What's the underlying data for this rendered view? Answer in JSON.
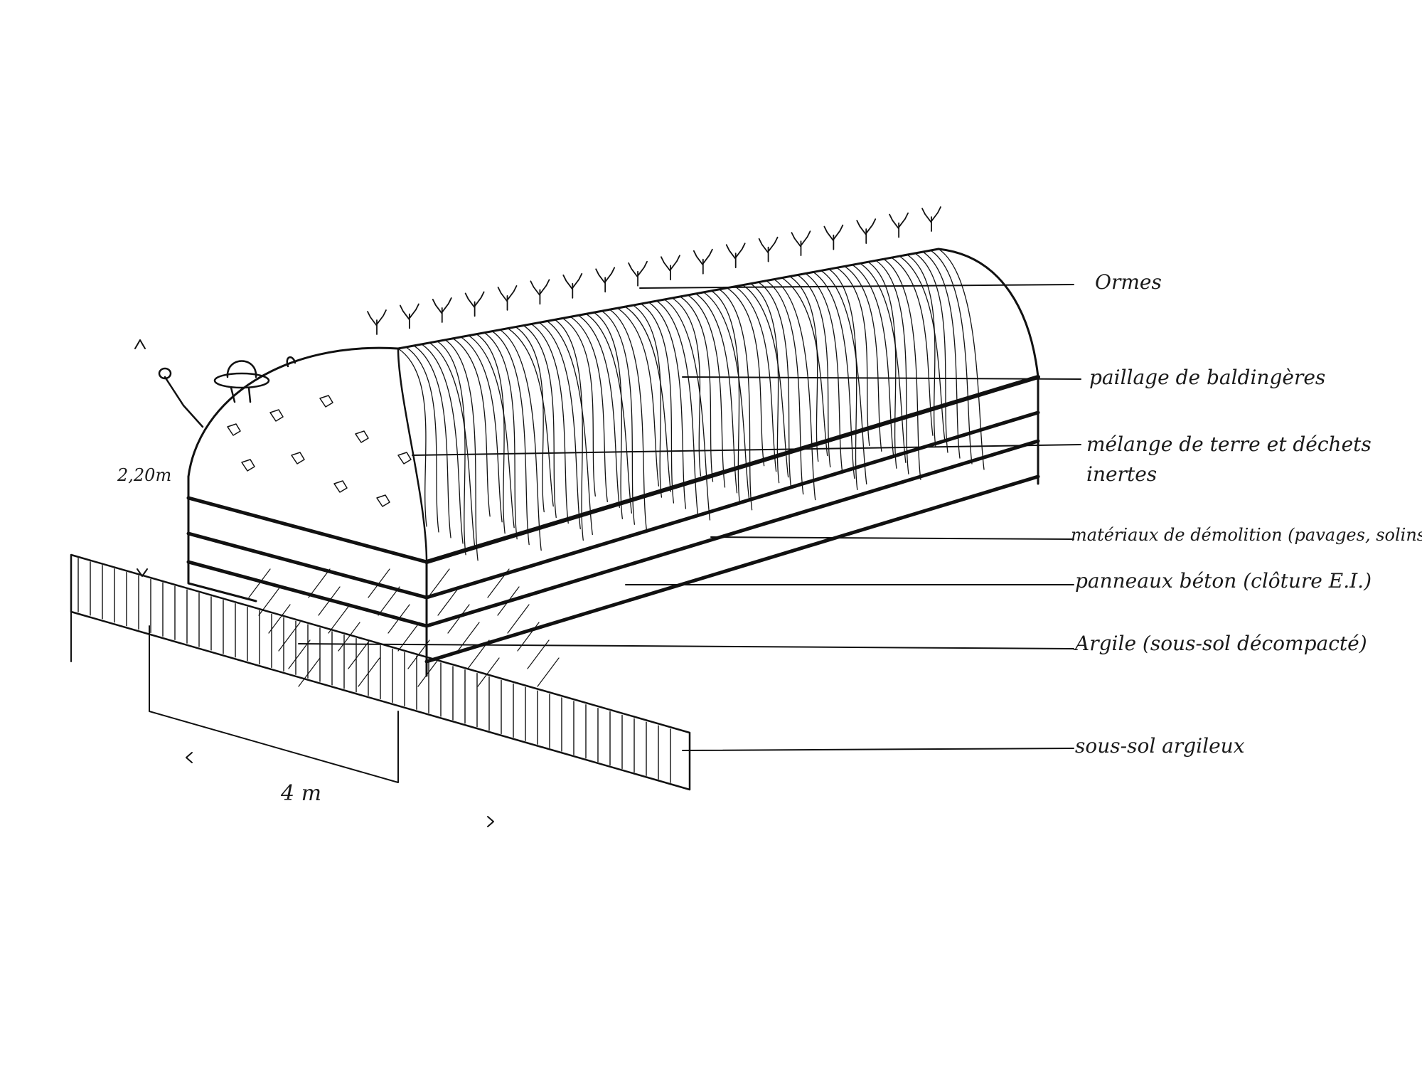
{
  "labels": [
    {
      "id": "ormes",
      "text": "Ormes"
    },
    {
      "id": "paillage",
      "text": "paillage de baldingères"
    },
    {
      "id": "melange_1",
      "text": "mélange de terre et déchets"
    },
    {
      "id": "melange_2",
      "text": "inertes"
    },
    {
      "id": "materiaux",
      "text": "matériaux de démolition (pavages, solins."
    },
    {
      "id": "panneaux",
      "text": "panneaux béton (clôture E.I.)"
    },
    {
      "id": "argile",
      "text": "Argile (sous-sol décompacté)"
    },
    {
      "id": "sous_sol",
      "text": "sous-sol argileux"
    }
  ],
  "dimensions": {
    "height": "2,20m",
    "width": "4 m"
  }
}
